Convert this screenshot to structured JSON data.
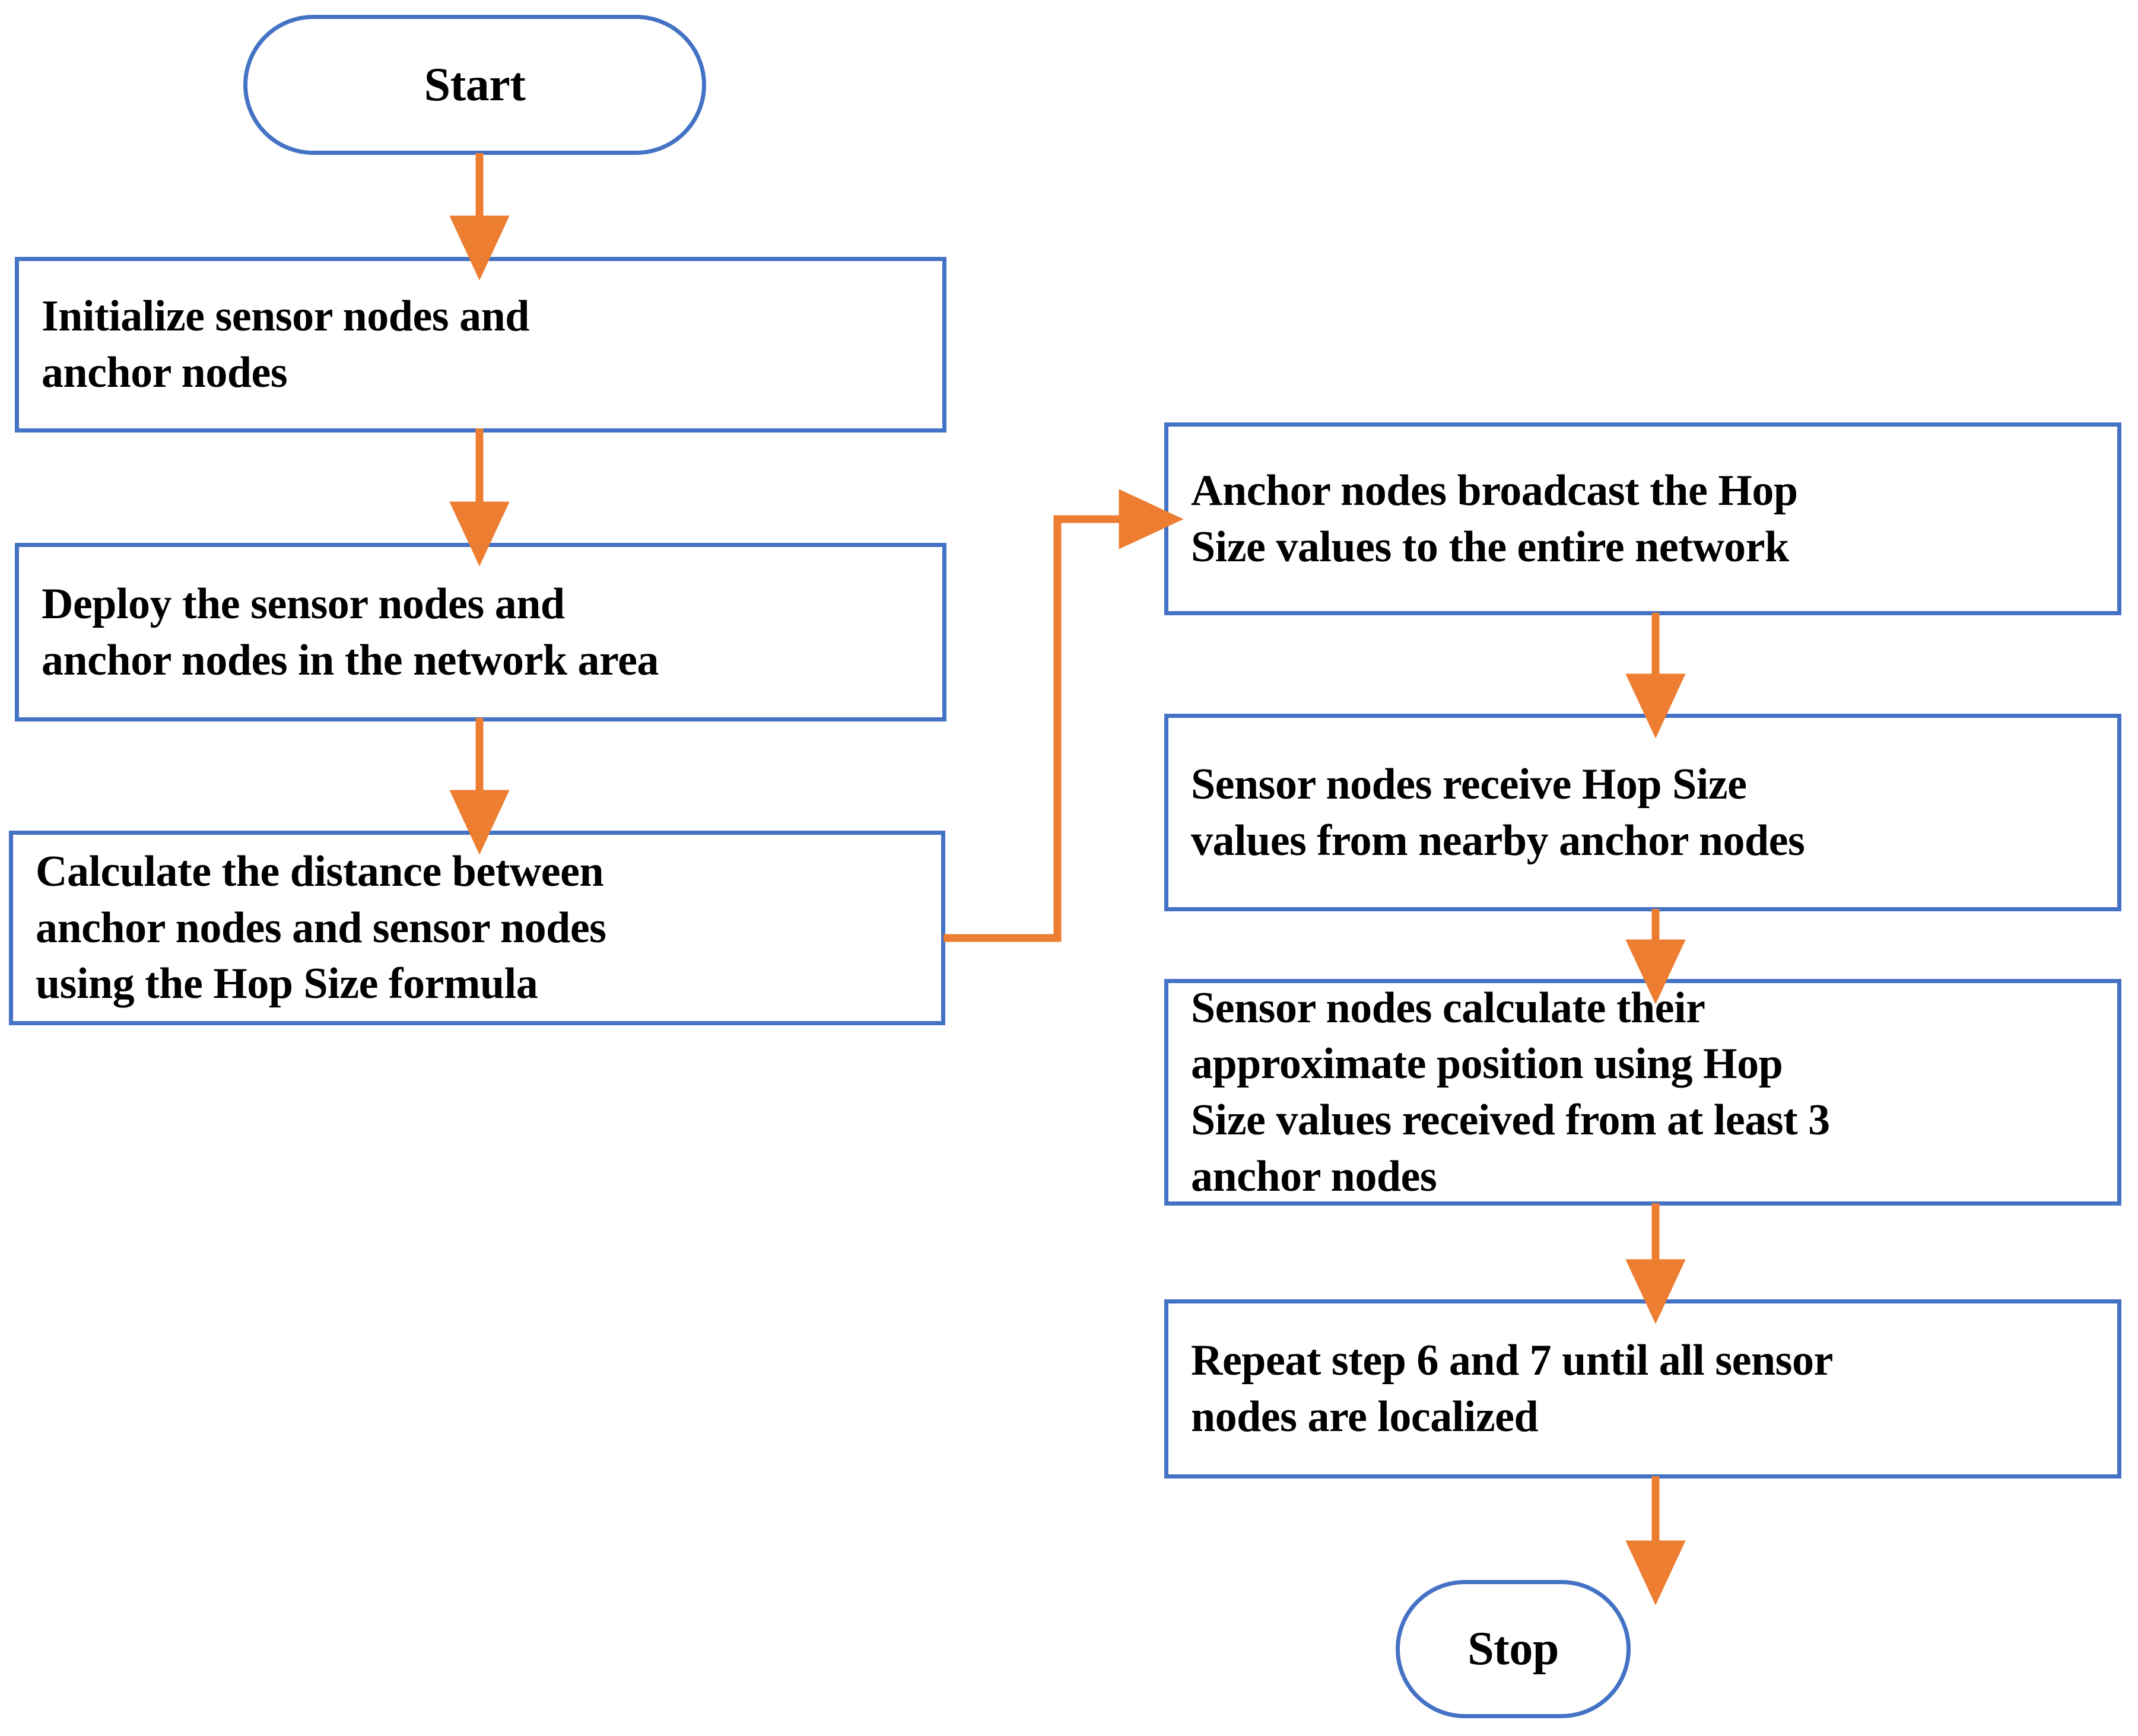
{
  "diagram": {
    "title": "Hop Size based localization flowchart",
    "colors": {
      "node_border": "#4472C4",
      "node_fill": "#FFFFFF",
      "connector": "#ED7D31",
      "text": "#000000"
    },
    "nodes": {
      "start": {
        "label": "Start",
        "shape": "terminator"
      },
      "initialize": {
        "label": "Initialize sensor nodes and\nanchor nodes",
        "shape": "process"
      },
      "deploy": {
        "label": "Deploy the sensor nodes and\nanchor nodes in the network area",
        "shape": "process"
      },
      "calculate_distance": {
        "label": "Calculate  the distance between\nanchor nodes and sensor nodes\nusing the Hop Size formula",
        "shape": "process"
      },
      "broadcast": {
        "label": "Anchor nodes broadcast the Hop\nSize values to the entire network",
        "shape": "process"
      },
      "receive": {
        "label": "Sensor nodes receive Hop  Size\nvalues from nearby anchor nodes",
        "shape": "process"
      },
      "compute_position": {
        "label": "Sensor nodes calculate their\napproximate position using Hop\nSize values received from at least 3\nanchor nodes",
        "shape": "process"
      },
      "repeat": {
        "label": "Repeat step 6 and 7 until all sensor\nnodes are localized",
        "shape": "process"
      },
      "stop": {
        "label": "Stop",
        "shape": "terminator"
      }
    },
    "edges": [
      {
        "from": "start",
        "to": "initialize",
        "kind": "vertical-arrow"
      },
      {
        "from": "initialize",
        "to": "deploy",
        "kind": "vertical-arrow"
      },
      {
        "from": "deploy",
        "to": "calculate_distance",
        "kind": "vertical-arrow"
      },
      {
        "from": "calculate_distance",
        "to": "broadcast",
        "kind": "elbow-arrow"
      },
      {
        "from": "broadcast",
        "to": "receive",
        "kind": "vertical-arrow"
      },
      {
        "from": "receive",
        "to": "compute_position",
        "kind": "vertical-arrow"
      },
      {
        "from": "compute_position",
        "to": "repeat",
        "kind": "vertical-arrow"
      },
      {
        "from": "repeat",
        "to": "stop",
        "kind": "vertical-arrow"
      }
    ]
  }
}
